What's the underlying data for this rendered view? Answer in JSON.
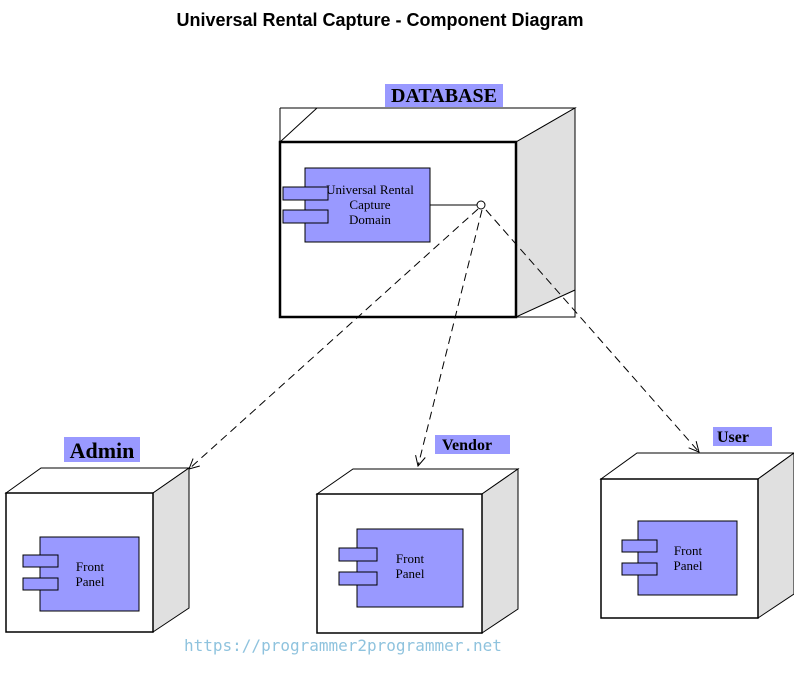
{
  "title": "Universal Rental Capture - Component Diagram",
  "watermark": "https://programmer2programmer.net",
  "colors": {
    "component_fill": "#9999ff",
    "label_highlight": "#9999ff",
    "node_side": "#e0e0e0",
    "line": "#000000"
  },
  "nodes": {
    "database": {
      "label": "DATABASE",
      "component": [
        "Universal Rental",
        "Capture",
        "Domain"
      ]
    },
    "admin": {
      "label": "Admin",
      "component": [
        "Front",
        "Panel"
      ]
    },
    "vendor": {
      "label": "Vendor",
      "component": [
        "Front",
        "Panel"
      ]
    },
    "user": {
      "label": "User",
      "component": [
        "Front",
        "Panel"
      ]
    }
  }
}
